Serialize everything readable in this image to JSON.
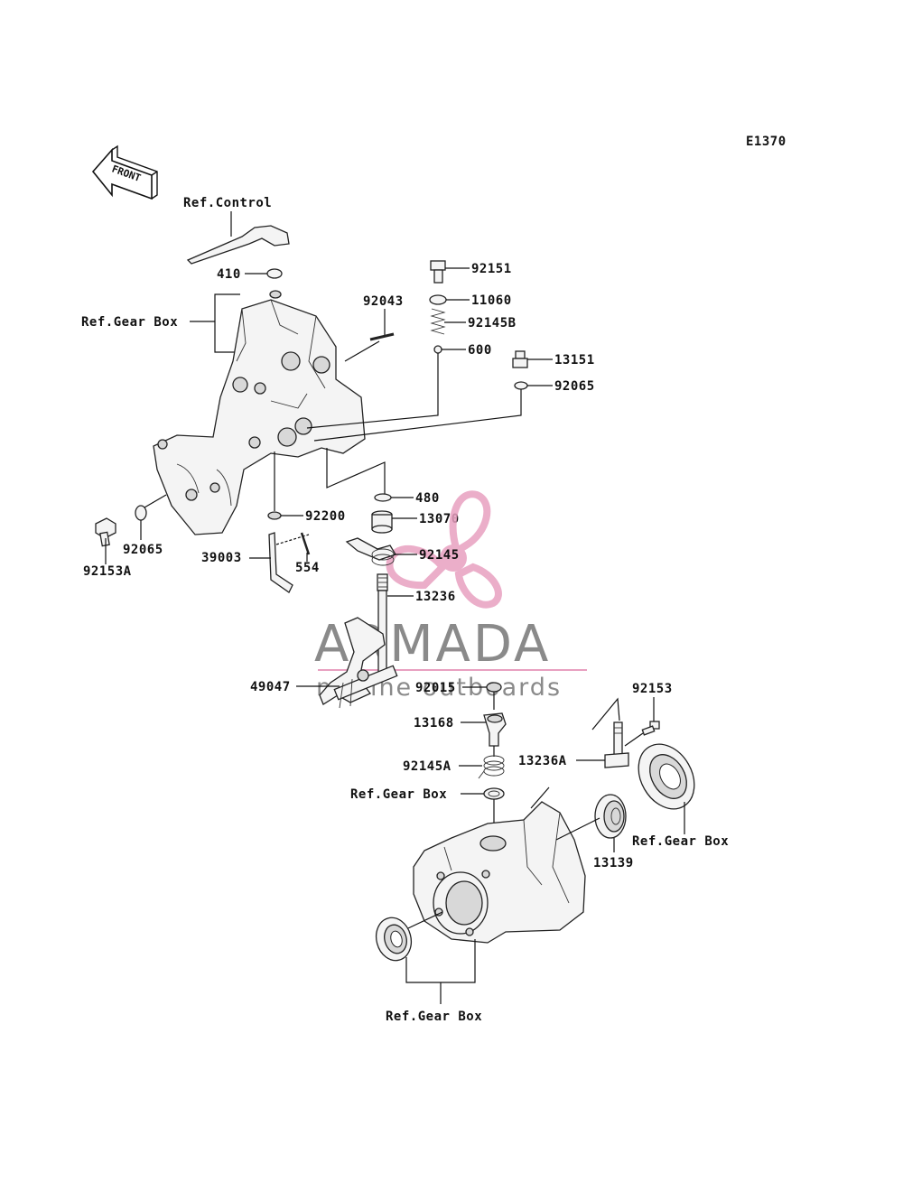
{
  "diagram_code": "E1370",
  "front_text": "FRONT",
  "watermark": {
    "brand": "ARMADA",
    "tagline": "marine outboards",
    "accent": "#e8a0c0",
    "text_color": "#8a8a8a"
  },
  "labels": {
    "ref_control": "Ref.Control",
    "p410": "410",
    "ref_gear_box_1": "Ref.Gear Box",
    "p92043": "92043",
    "p92151": "92151",
    "p11060": "11060",
    "p92145B": "92145B",
    "p600": "600",
    "p13151": "13151",
    "p92065a": "92065",
    "p480": "480",
    "p13070": "13070",
    "p92145": "92145",
    "p92200": "92200",
    "p92065b": "92065",
    "p92153A": "92153A",
    "p39003": "39003",
    "p554": "554",
    "p13236": "13236",
    "p49047": "49047",
    "p92015": "92015",
    "p13168": "13168",
    "p92145A": "92145A",
    "ref_gear_box_2": "Ref.Gear Box",
    "p92153": "92153",
    "p13236A": "13236A",
    "p13139": "13139",
    "ref_gear_box_3": "Ref.Gear Box",
    "ref_gear_box_4": "Ref.Gear Box"
  }
}
